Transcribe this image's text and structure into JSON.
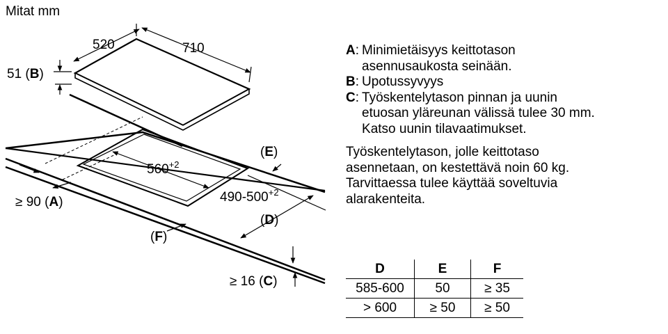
{
  "title": "Mitat mm",
  "labels": {
    "top_depth": "520",
    "top_width": "710",
    "b_label": {
      "prefix": "51 (",
      "key": "B",
      "suffix": ")"
    },
    "cutout_width": {
      "main": "560",
      "sup": "+2"
    },
    "cutout_depth": {
      "main": "490-500",
      "sup": "+2"
    },
    "a_label": {
      "prefix": "≥ 90 (",
      "key": "A",
      "suffix": ")"
    },
    "e_label": {
      "prefix": "(",
      "key": "E",
      "suffix": ")"
    },
    "d_label": {
      "prefix": "(",
      "key": "D",
      "suffix": ")"
    },
    "f_label": {
      "prefix": "(",
      "key": "F",
      "suffix": ")"
    },
    "c_label": {
      "prefix": "≥ 16 (",
      "key": "C",
      "suffix": ")"
    }
  },
  "legend": [
    {
      "key": "A",
      "lines": [
        "Minimietäisyys keittotason",
        "asennusaukosta seinään."
      ]
    },
    {
      "key": "B",
      "lines": [
        "Upotussyvyys"
      ]
    },
    {
      "key": "C",
      "lines": [
        "Työskentelytason pinnan ja uunin",
        "etuosan yläreunan välissä tulee 30 mm.",
        "Katso uunin tilavaatimukset."
      ]
    }
  ],
  "legend_separator": ":",
  "weight_note": [
    "Työskentelytason, jolle keittotaso",
    "asennetaan, on kestettävä noin 60 kg.",
    "Tarvittaessa tulee käyttää soveltuvia",
    "alarakenteita."
  ],
  "table": {
    "headers": [
      "D",
      "E",
      "F"
    ],
    "rows": [
      [
        "585-600",
        "50",
        "≥ 35"
      ],
      [
        "> 600",
        "≥ 50",
        "≥ 50"
      ]
    ]
  }
}
